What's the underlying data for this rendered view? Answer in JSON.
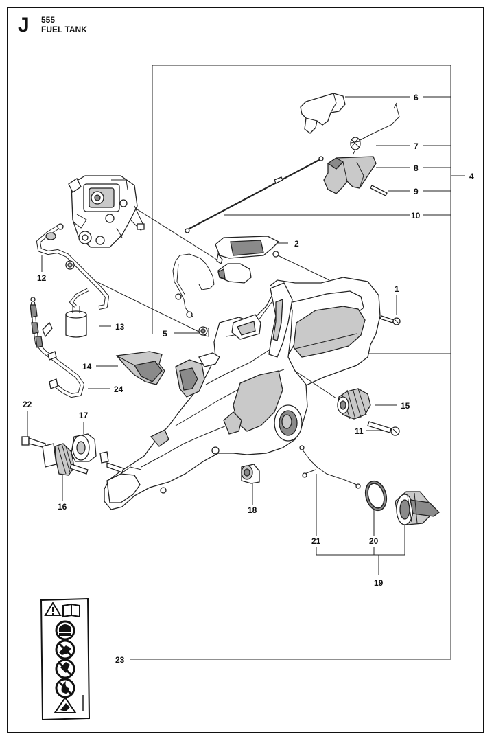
{
  "header": {
    "section_letter": "J",
    "model": "555",
    "title": "FUEL TANK"
  },
  "callouts": {
    "c1": "1",
    "c2": "2",
    "c4": "4",
    "c5": "5",
    "c6": "6",
    "c7": "7",
    "c8": "8",
    "c9": "9",
    "c10": "10",
    "c11": "11",
    "c12": "12",
    "c13": "13",
    "c14": "14",
    "c15": "15",
    "c16": "16",
    "c17": "17",
    "c18": "18",
    "c19": "19",
    "c20": "20",
    "c21": "21",
    "c22": "22",
    "c23": "23",
    "c24": "24"
  },
  "warning_label": {
    "icons": [
      "warning-triangle-icon",
      "read-manual-icon",
      "ear-eye-protection-icon",
      "no-one-hand-operation-icon",
      "no-smoking-icon",
      "no-flame-icon",
      "kickback-warning-icon"
    ]
  }
}
